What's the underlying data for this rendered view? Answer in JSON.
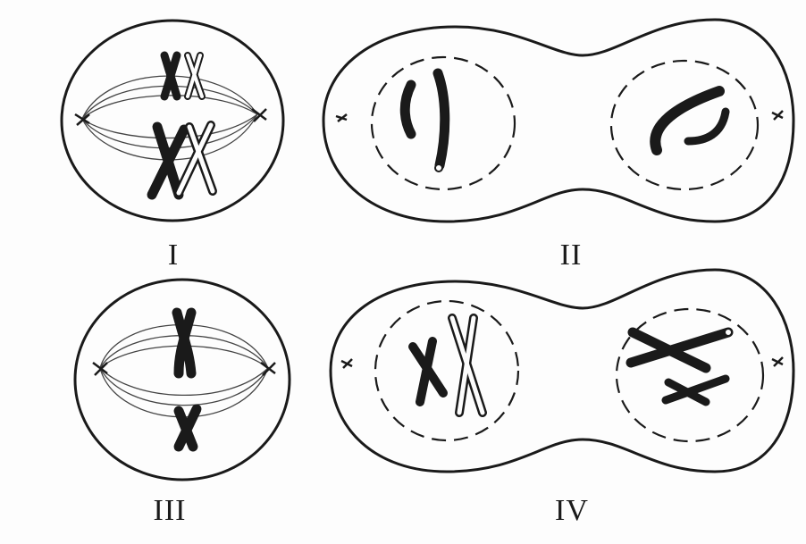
{
  "figure": {
    "cells": [
      {
        "id": "cell-1",
        "label": "I"
      },
      {
        "id": "cell-2",
        "label": "II"
      },
      {
        "id": "cell-3",
        "label": "III"
      },
      {
        "id": "cell-4",
        "label": "IV"
      }
    ]
  },
  "colors": {
    "ink": "#1a1a1a",
    "paper": "#fdfdfd"
  }
}
